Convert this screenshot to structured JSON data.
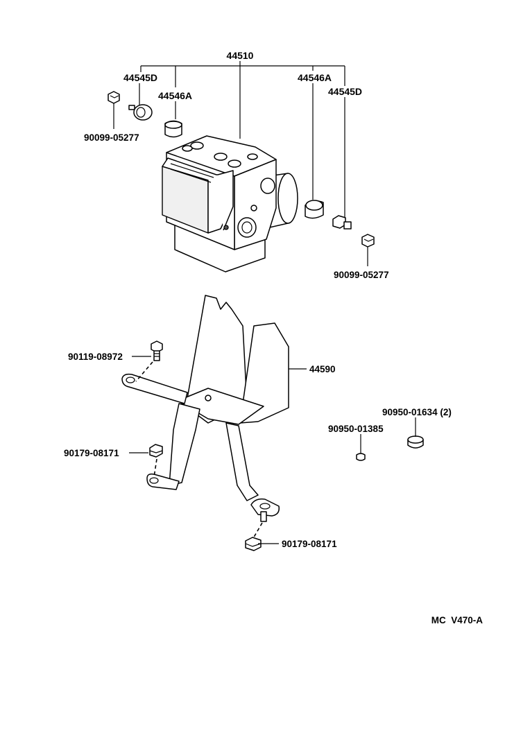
{
  "diagram": {
    "callouts": {
      "abs_actuator_assembly": "44510",
      "cushion_left": "44545D",
      "bushing_left": "44546A",
      "bushing_right": "44546A",
      "cushion_right": "44545D",
      "screw_left": "90099-05277",
      "screw_right": "90099-05277",
      "bracket": "44590",
      "bolt_upper": "90119-08972",
      "nut_left": "90179-08171",
      "nut_bottom": "90179-08171",
      "plug_small": "90950-01385",
      "plug_large": "90950-01634 (2)"
    },
    "footer_code": "MC  V470-A"
  }
}
